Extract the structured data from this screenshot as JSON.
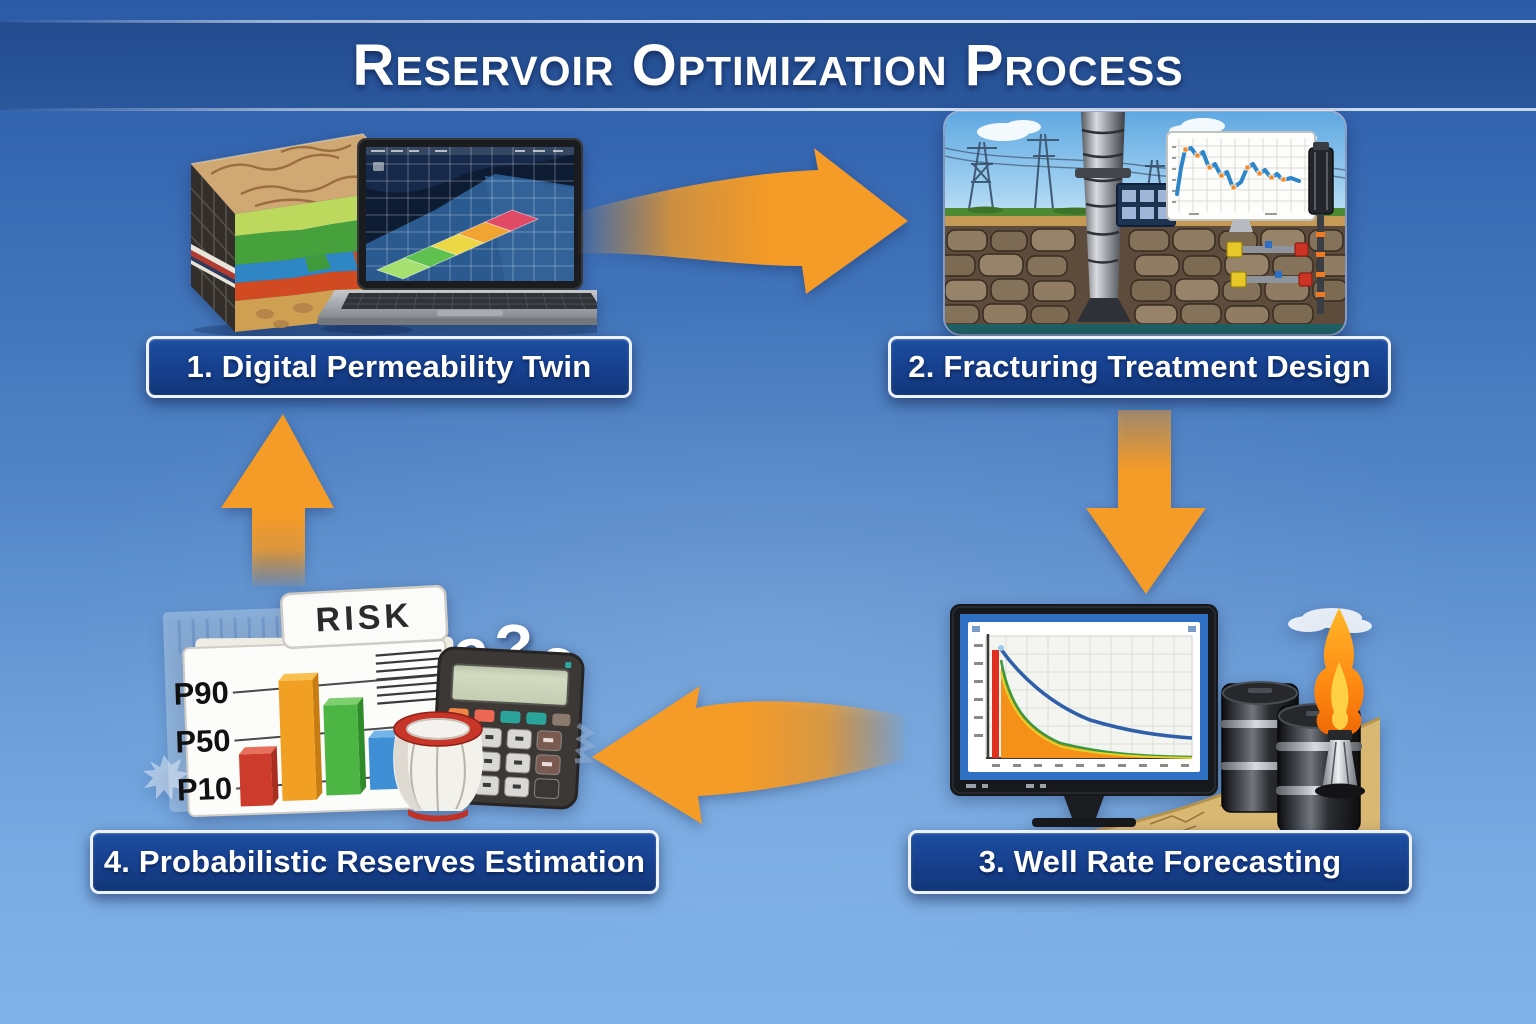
{
  "title": "Reservoir Optimization Process",
  "steps": [
    {
      "number": "1",
      "label": "1. Digital Permeability Twin",
      "illustration": "layered-geological-block-model-and-laptop-with-3d-permeability-surface"
    },
    {
      "number": "2",
      "label": "2. Fracturing Treatment Design",
      "illustration": "wellsite-cross-section-with-wellbore-treatment-chart-and-downhole-tools"
    },
    {
      "number": "3",
      "label": "3. Well Rate Forecasting",
      "illustration": "monitor-with-decline-curve-chart-oil-barrels-and-gas-flare"
    },
    {
      "number": "4",
      "label": "4. Probabilistic Reserves Estimation",
      "illustration": "risk-report-card-with-percentile-bar-chart-calculator-and-dice-cup"
    }
  ],
  "reserves_card": {
    "tab": "RISK",
    "percentiles": [
      "P90",
      "P50",
      "P10"
    ],
    "question_marks": [
      "?",
      "?",
      "?"
    ]
  },
  "flow": [
    {
      "from": "1",
      "to": "2",
      "shape": "curved-right"
    },
    {
      "from": "2",
      "to": "3",
      "shape": "straight-down"
    },
    {
      "from": "3",
      "to": "4",
      "shape": "curved-left"
    },
    {
      "from": "4",
      "to": "1",
      "shape": "straight-up"
    }
  ],
  "colors": {
    "background_top": "#2b5ba5",
    "background_bottom": "#80b3e9",
    "header_band": "#1e4c97",
    "plate_fill": "#163f8d",
    "plate_border": "#ecf1fa",
    "arrow_orange": "#f59b27",
    "title_text": "#ffffff"
  }
}
